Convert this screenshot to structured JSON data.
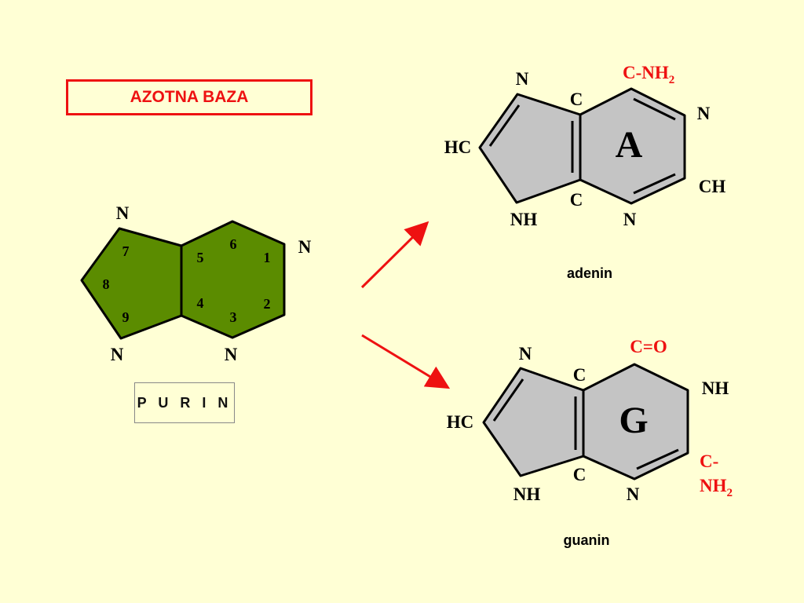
{
  "title": "AZOTNA BAZA",
  "purin": {
    "caption": "P U R I N",
    "atoms": {
      "n_top": "N",
      "n_right": "N",
      "n_bottom_left": "N",
      "n_bottom_mid": "N"
    },
    "numbers": [
      "1",
      "2",
      "3",
      "4",
      "5",
      "6",
      "7",
      "8",
      "9"
    ],
    "fill_color": "#5B8C00"
  },
  "adenin": {
    "letter": "A",
    "caption": "adenin",
    "atoms": {
      "n_top": "N",
      "c_top": "C",
      "hc": "HC",
      "c_bottom": "C",
      "nh": "NH",
      "n_bottom": "N",
      "n_right": "N",
      "ch": "CH"
    },
    "group_main": "C-NH",
    "group_sub": "2"
  },
  "guanin": {
    "letter": "G",
    "caption": "guanin",
    "atoms": {
      "n_top": "N",
      "c_top": "C",
      "hc": "HC",
      "c_bottom": "C",
      "nh_left": "NH",
      "n_bottom": "N",
      "nh_right": "NH"
    },
    "group_top": "C=O",
    "group_bottom_line1": "C-",
    "group_bottom_main": "NH",
    "group_bottom_sub": "2"
  },
  "colors": {
    "accent": "#EE1111",
    "ring_gray": "#C4C4C4",
    "background": "#FFFFD5"
  }
}
